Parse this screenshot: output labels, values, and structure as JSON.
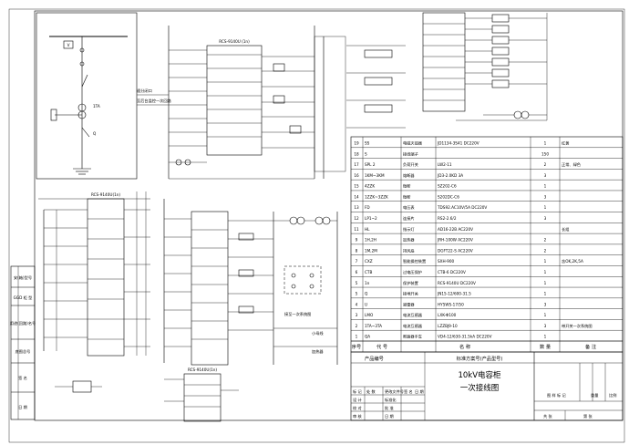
{
  "title_block": {
    "scheme_label": "标准方案号(产品型号)",
    "product_no_label": "产品编号",
    "drawing_title_line1": "10kV电容柜",
    "drawing_title_line2": "一次接线图",
    "drawing_mark": "图 样 标 记",
    "weight": "重量",
    "scale": "比例",
    "sheet_total": "共 张",
    "sheet_no": "第 张",
    "rows": [
      "标 记",
      "处 数",
      "更改文件号",
      "签 名",
      "日 期"
    ],
    "role_design": "设 计",
    "role_standard": "标准化",
    "role_check": "校 对",
    "role_review": "审 核",
    "role_process": "工 艺",
    "role_approve": "批 准",
    "role_date": "日 期",
    "role_approve2": "批 准"
  },
  "left_labels": [
    "安(箱)型号",
    "GGD 柜 型",
    "用途(回路)名号",
    "底图总号",
    "签 名",
    "日 期"
  ],
  "bom_header": {
    "seq": "序号",
    "code": "代 号",
    "name": "名 称",
    "qty": "数 量",
    "note": "备 注"
  },
  "bom": [
    {
      "seq": "19",
      "code": "SS",
      "name": "电磁灭弧器",
      "model": "JD1134-3S41  DC220V",
      "qty": "1",
      "note": "红黄"
    },
    {
      "seq": "18",
      "code": "S",
      "name": "接线端子",
      "model": "",
      "qty": "150",
      "note": ""
    },
    {
      "seq": "17",
      "code": "SPL 2",
      "name": "负荷开关",
      "model": "LW2-11",
      "qty": "2",
      "note": "正常、绿色"
    },
    {
      "seq": "16",
      "code": "1KM~3KM",
      "name": "熔断器",
      "model": "JD3-2.0KD  3A",
      "qty": "3",
      "note": ""
    },
    {
      "seq": "15",
      "code": "4ZZK",
      "name": "微断",
      "model": "SZ202-C6",
      "qty": "1",
      "note": ""
    },
    {
      "seq": "14",
      "code": "1ZZK~3ZZK",
      "name": "微断",
      "model": "S202DC-C6",
      "qty": "3",
      "note": ""
    },
    {
      "seq": "13",
      "code": "FD",
      "name": "电压表",
      "model": "TDS92.AC10V/5A DC220V",
      "qty": "1",
      "note": ""
    },
    {
      "seq": "12",
      "code": "LP1~2",
      "name": "连接片",
      "model": "RS2-2.6/2",
      "qty": "3",
      "note": ""
    },
    {
      "seq": "11",
      "code": "HL",
      "name": "指示灯",
      "model": "AD16-22B  AC220V",
      "qty": "",
      "note": "长组"
    },
    {
      "seq": "9",
      "code": "1H,2H",
      "name": "加热器",
      "model": "JRH-100W  AC220V",
      "qty": "2",
      "note": ""
    },
    {
      "seq": "8",
      "code": "1M,2M",
      "name": "排风扇",
      "model": "DGFT22-S  AC220V",
      "qty": "2",
      "note": ""
    },
    {
      "seq": "7",
      "code": "CXZ",
      "name": "智能操控装置",
      "model": "SXH-900",
      "qty": "1",
      "note": "含OK,2K,5A"
    },
    {
      "seq": "6",
      "code": "CTB",
      "name": "过电压保护",
      "model": "CTB-6  DC220V",
      "qty": "1",
      "note": ""
    },
    {
      "seq": "5",
      "code": "1n",
      "name": "保护装置",
      "model": "RCS-9140U  DC220V",
      "qty": "1",
      "note": ""
    },
    {
      "seq": "5",
      "code": "Q",
      "name": "接地开关",
      "model": "JN15-12/600-31.5",
      "qty": "1",
      "note": ""
    },
    {
      "seq": "4",
      "code": "U",
      "name": "避雷器",
      "model": "HY5WS-17/50",
      "qty": "3",
      "note": ""
    },
    {
      "seq": "3",
      "code": "LMO",
      "name": "电流互感器",
      "model": "LXK-Φ100",
      "qty": "1",
      "note": ""
    },
    {
      "seq": "2",
      "code": "1TA~3TA",
      "name": "电流互感器",
      "model": "LZZBJ9-10",
      "qty": "3",
      "note": "带开关一次系统图"
    },
    {
      "seq": "1",
      "code": "QA",
      "name": "断路器手车",
      "model": "VD4-12/630-31.5kA  DC220V",
      "qty": "1",
      "note": ""
    }
  ],
  "schematic_labels": {
    "panel_top": "RCS-9140U (1n)",
    "panel_left": "RCS-9140U(1n)",
    "panel_bottom": "RCS-9140U(1n)",
    "remote_open": "遥分闭口",
    "remote_close": "至后台监控一次回路",
    "heater": "加热器",
    "fan": "小母线",
    "line_label": "接至一次系统图",
    "left_panel": "小母线",
    "sec_label": "小母线组"
  },
  "colors": {
    "ink": "#000000",
    "paper": "#ffffff"
  }
}
